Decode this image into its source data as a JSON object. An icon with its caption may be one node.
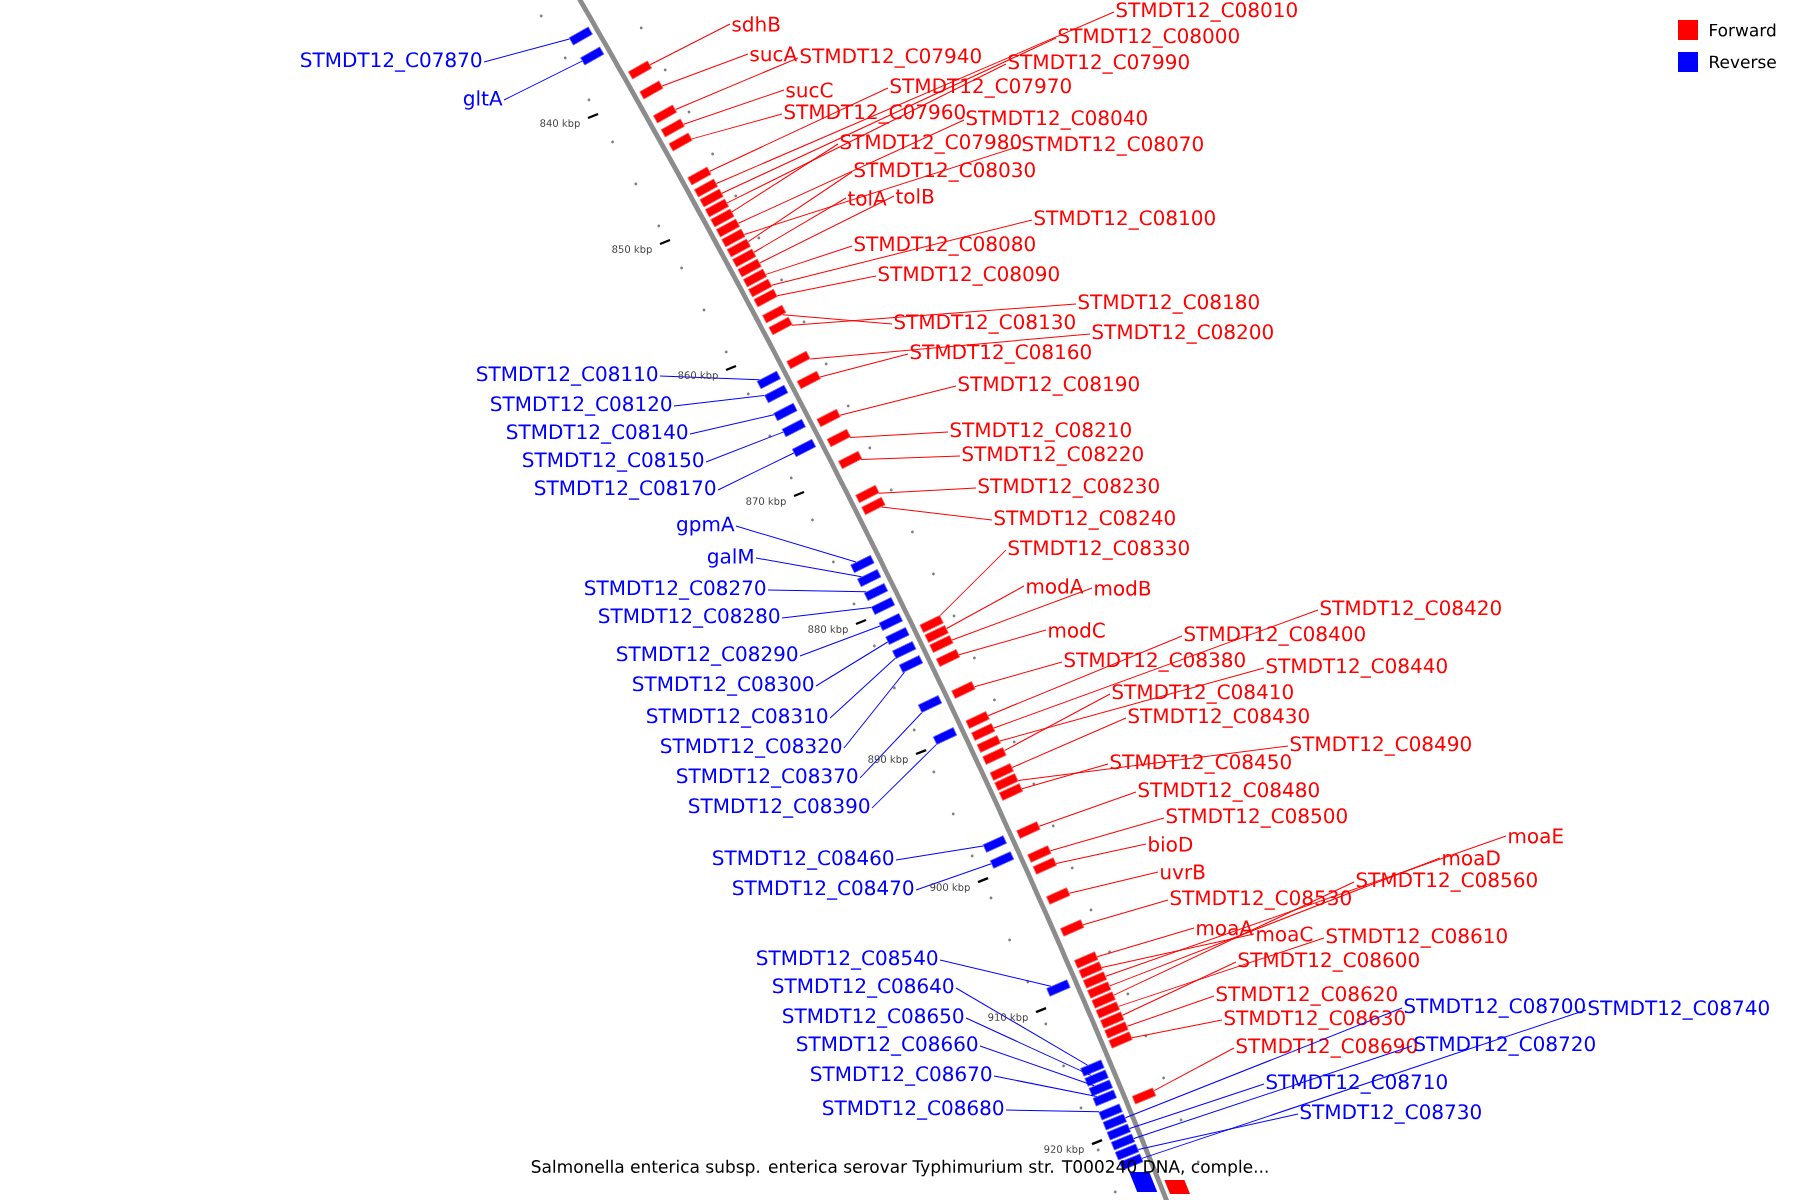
{
  "diagram": {
    "caption": "Salmonella enterica subsp. enterica serovar Typhimurium str. T000240 DNA, comple...",
    "nodes": [
      {
        "text": [
          "STMDT12_C07870"
        ]
      },
      {
        "text": [
          "gltA"
        ]
      },
      {
        "text": [
          "STMDT12_C08110"
        ]
      },
      {
        "text": [
          "STMDT12_C08120"
        ]
      },
      {
        "text": [
          "STMDT12_C08140"
        ]
      },
      {
        "text": [
          "STMDT12_C08150"
        ]
      },
      {
        "text": [
          "STMDT12_C08170"
        ]
      },
      {
        "text": [
          "gpmA"
        ]
      },
      {
        "text": [
          "galM"
        ]
      },
      {
        "text": [
          "STMDT12_C08270"
        ]
      },
      {
        "text": [
          "STMDT12_C08280"
        ]
      },
      {
        "text": [
          "STMDT12_C08290"
        ]
      },
      {
        "text": [
          "STMDT12_C08300"
        ]
      },
      {
        "text": [
          "STMDT12_C08310"
        ]
      },
      {
        "text": [
          "STMDT12_C08320"
        ]
      },
      {
        "text": [
          "STMDT12_C08370"
        ]
      },
      {
        "text": [
          "STMDT12_C08390"
        ]
      },
      {
        "text": [
          "STMDT12_C08460"
        ]
      },
      {
        "text": [
          "STMDT12_C08470"
        ]
      },
      {
        "text": [
          "STMDT12_C08540"
        ]
      },
      {
        "text": [
          "STMDT12_C08640"
        ]
      },
      {
        "text": [
          "STMDT12_C08650"
        ]
      },
      {
        "text": [
          "STMDT12_C08660"
        ]
      },
      {
        "text": [
          "STMDT12_C08670"
        ]
      },
      {
        "text": [
          "STMDT12_C08680"
        ]
      },
      {
        "text": [
          "sdhB"
        ]
      },
      {
        "text": [
          "sucA"
        ]
      },
      {
        "text": [
          "STMDT12_C07940"
        ]
      },
      {
        "text": [
          "sucC"
        ]
      },
      {
        "text": [
          "STMDT12_C07960"
        ]
      },
      {
        "text": [
          "STMDT12_C07970"
        ]
      },
      {
        "text": [
          "STMDT12_C07980"
        ]
      },
      {
        "text": [
          "STMDT12_C08040"
        ]
      },
      {
        "text": [
          "STMDT12_C08070"
        ]
      },
      {
        "text": [
          "STMDT12_C08030"
        ]
      },
      {
        "text": [
          "tolA"
        ]
      },
      {
        "text": [
          "tolB"
        ]
      },
      {
        "text": [
          "STMDT12_C07990"
        ]
      },
      {
        "text": [
          "STMDT12_C08000"
        ]
      },
      {
        "text": [
          "STMDT12_C08010"
        ]
      },
      {
        "text": [
          "STMDT12_C08080"
        ]
      },
      {
        "text": [
          "STMDT12_C08090"
        ]
      },
      {
        "text": [
          "STMDT12_C08100"
        ]
      },
      {
        "text": [
          "STMDT12_C08130"
        ]
      },
      {
        "text": [
          "STMDT12_C08180"
        ]
      },
      {
        "text": [
          "STMDT12_C08200"
        ]
      },
      {
        "text": [
          "STMDT12_C08160"
        ]
      },
      {
        "text": [
          "STMDT12_C08190"
        ]
      },
      {
        "text": [
          "STMDT12_C08210"
        ]
      },
      {
        "text": [
          "STMDT12_C08220"
        ]
      },
      {
        "text": [
          "STMDT12_C08230"
        ]
      },
      {
        "text": [
          "STMDT12_C08240"
        ]
      },
      {
        "text": [
          "STMDT12_C08330"
        ]
      },
      {
        "text": [
          "modA"
        ]
      },
      {
        "text": [
          "modB"
        ]
      },
      {
        "text": [
          "modC"
        ]
      },
      {
        "text": [
          "STMDT12_C08380"
        ]
      },
      {
        "text": [
          "STMDT12_C08400"
        ]
      },
      {
        "text": [
          "STMDT12_C08420"
        ]
      },
      {
        "text": [
          "STMDT12_C08440"
        ]
      },
      {
        "text": [
          "STMDT12_C08410"
        ]
      },
      {
        "text": [
          "STMDT12_C08430"
        ]
      },
      {
        "text": [
          "STMDT12_C08490"
        ]
      },
      {
        "text": [
          "STMDT12_C08450"
        ]
      },
      {
        "text": [
          "STMDT12_C08480"
        ]
      },
      {
        "text": [
          "STMDT12_C08500"
        ]
      },
      {
        "text": [
          "bioD"
        ]
      },
      {
        "text": [
          "uvrB"
        ]
      },
      {
        "text": [
          "STMDT12_C08530"
        ]
      },
      {
        "text": [
          "moaA"
        ]
      },
      {
        "text": [
          "moaC"
        ]
      },
      {
        "text": [
          "moaE"
        ]
      },
      {
        "text": [
          "moaD"
        ]
      },
      {
        "text": [
          "STMDT12_C08560"
        ]
      },
      {
        "text": [
          "STMDT12_C08610"
        ]
      },
      {
        "text": [
          "STMDT12_C08600"
        ]
      },
      {
        "text": [
          "STMDT12_C08620"
        ]
      },
      {
        "text": [
          "STMDT12_C08630"
        ]
      },
      {
        "text": [
          "STMDT12_C08690"
        ]
      },
      {
        "text": [
          "STMDT12_C08700"
        ]
      },
      {
        "text": [
          "STMDT12_C08740"
        ]
      },
      {
        "text": [
          "STMDT12_C08720"
        ]
      },
      {
        "text": [
          "STMDT12_C08710"
        ]
      },
      {
        "text": [
          "STMDT12_C08730"
        ]
      },
      {
        "text": [],
        "shape": "box"
      },
      {
        "text": [],
        "shape": "box"
      },
      {
        "text": [],
        "shape": "box"
      },
      {
        "text": [],
        "shape": "box"
      },
      {
        "text": [],
        "shape": "box"
      },
      {
        "text": [],
        "shape": "box"
      },
      {
        "text": [],
        "shape": "box"
      },
      {
        "text": [],
        "shape": "box"
      },
      {
        "text": [],
        "shape": "box"
      },
      {
        "text": [],
        "shape": "box"
      },
      {
        "text": [],
        "shape": "box"
      },
      {
        "text": [],
        "shape": "box"
      },
      {
        "text": [],
        "shape": "box"
      },
      {
        "text": [],
        "shape": "box"
      },
      {
        "text": [],
        "shape": "box"
      },
      {
        "text": [],
        "shape": "box"
      },
      {
        "text": [],
        "shape": "box"
      },
      {
        "text": [],
        "shape": "box"
      },
      {
        "text": [],
        "shape": "box"
      },
      {
        "text": [],
        "shape": "box"
      },
      {
        "text": [],
        "shape": "box"
      },
      {
        "text": [],
        "shape": "box"
      },
      {
        "text": [],
        "shape": "box"
      },
      {
        "text": [],
        "shape": "box"
      },
      {
        "text": [],
        "shape": "box"
      },
      {
        "text": [],
        "shape": "box"
      },
      {
        "text": [],
        "shape": "box"
      },
      {
        "text": [],
        "shape": "box"
      },
      {
        "text": [],
        "shape": "box"
      },
      {
        "text": [],
        "shape": "box"
      },
      {
        "text": [],
        "shape": "box"
      },
      {
        "text": [],
        "shape": "box"
      },
      {
        "text": [],
        "shape": "box"
      },
      {
        "text": [],
        "shape": "box"
      },
      {
        "text": [],
        "shape": "box"
      },
      {
        "text": [],
        "shape": "box"
      },
      {
        "text": [],
        "shape": "box"
      },
      {
        "text": [],
        "shape": "box"
      },
      {
        "text": [],
        "shape": "box"
      },
      {
        "text": [],
        "shape": "box"
      },
      {
        "text": [],
        "shape": "box"
      },
      {
        "text": [],
        "shape": "box"
      },
      {
        "text": [],
        "shape": "box"
      },
      {
        "text": [],
        "shape": "box"
      },
      {
        "text": [],
        "shape": "box"
      },
      {
        "text": [],
        "shape": "box"
      },
      {
        "text": [],
        "shape": "box"
      },
      {
        "text": [],
        "shape": "box"
      },
      {
        "text": [],
        "shape": "box"
      },
      {
        "text": [],
        "shape": "box"
      },
      {
        "text": [],
        "shape": "box"
      },
      {
        "text": [],
        "shape": "box"
      },
      {
        "text": [],
        "shape": "box"
      },
      {
        "text": [],
        "shape": "box"
      },
      {
        "text": [],
        "shape": "box"
      },
      {
        "text": [],
        "shape": "box"
      },
      {
        "text": [],
        "shape": "box"
      },
      {
        "text": [],
        "shape": "box"
      },
      {
        "text": [],
        "shape": "box"
      },
      {
        "text": [],
        "shape": "box"
      },
      {
        "text": [],
        "shape": "box"
      },
      {
        "text": [],
        "shape": "box"
      },
      {
        "text": [],
        "shape": "box"
      },
      {
        "text": [],
        "shape": "box"
      },
      {
        "text": [],
        "shape": "box"
      },
      {
        "text": [],
        "shape": "box"
      },
      {
        "text": [],
        "shape": "box"
      },
      {
        "text": [],
        "shape": "box"
      },
      {
        "text": [],
        "shape": "box"
      },
      {
        "text": [],
        "shape": "box"
      },
      {
        "text": [],
        "shape": "box"
      },
      {
        "text": [],
        "shape": "box"
      },
      {
        "text": [],
        "shape": "box"
      },
      {
        "text": [],
        "shape": "box"
      },
      {
        "text": [],
        "shape": "box"
      },
      {
        "text": [],
        "shape": "box"
      },
      {
        "text": [],
        "shape": "box"
      },
      {
        "text": [],
        "shape": "box"
      },
      {
        "text": [],
        "shape": "box"
      },
      {
        "text": [],
        "shape": "box"
      },
      {
        "text": [],
        "shape": "box"
      },
      {
        "text": [],
        "shape": "box"
      },
      {
        "text": [],
        "shape": "box"
      },
      {
        "text": [],
        "shape": "box"
      }
    ],
    "edges": [
      {
        "from": 0,
        "to": 84,
        "arrow": "none",
        "color": "#0000ff"
      },
      {
        "from": 1,
        "to": 85,
        "arrow": "none",
        "color": "#0000ff"
      },
      {
        "from": 2,
        "to": 107,
        "arrow": "none",
        "color": "#0000ff"
      },
      {
        "from": 3,
        "to": 109,
        "arrow": "none",
        "color": "#0000ff"
      },
      {
        "from": 4,
        "to": 110,
        "arrow": "none",
        "color": "#0000ff"
      },
      {
        "from": 5,
        "to": 112,
        "arrow": "none",
        "color": "#0000ff"
      },
      {
        "from": 6,
        "to": 114,
        "arrow": "none",
        "color": "#0000ff"
      },
      {
        "from": 7,
        "to": 118,
        "arrow": "none",
        "color": "#0000ff"
      },
      {
        "from": 8,
        "to": 119,
        "arrow": "none",
        "color": "#0000ff"
      },
      {
        "from": 9,
        "to": 120,
        "arrow": "none",
        "color": "#0000ff"
      },
      {
        "from": 10,
        "to": 121,
        "arrow": "none",
        "color": "#0000ff"
      },
      {
        "from": 11,
        "to": 122,
        "arrow": "none",
        "color": "#0000ff"
      },
      {
        "from": 12,
        "to": 125,
        "arrow": "none",
        "color": "#0000ff"
      },
      {
        "from": 13,
        "to": 127,
        "arrow": "none",
        "color": "#0000ff"
      },
      {
        "from": 14,
        "to": 129,
        "arrow": "none",
        "color": "#0000ff"
      },
      {
        "from": 15,
        "to": 131,
        "arrow": "none",
        "color": "#0000ff"
      },
      {
        "from": 16,
        "to": 134,
        "arrow": "none",
        "color": "#0000ff"
      },
      {
        "from": 17,
        "to": 141,
        "arrow": "none",
        "color": "#0000ff"
      },
      {
        "from": 18,
        "to": 143,
        "arrow": "none",
        "color": "#0000ff"
      },
      {
        "from": 19,
        "to": 150,
        "arrow": "none",
        "color": "#0000ff"
      },
      {
        "from": 20,
        "to": 157,
        "arrow": "none",
        "color": "#0000ff"
      },
      {
        "from": 21,
        "to": 158,
        "arrow": "none",
        "color": "#0000ff"
      },
      {
        "from": 22,
        "to": 159,
        "arrow": "none",
        "color": "#0000ff"
      },
      {
        "from": 23,
        "to": 161,
        "arrow": "none",
        "color": "#0000ff"
      },
      {
        "from": 24,
        "to": 162,
        "arrow": "none",
        "color": "#0000ff"
      },
      {
        "from": 25,
        "to": 86,
        "arrow": "none"
      },
      {
        "from": 26,
        "to": 87,
        "arrow": "none"
      },
      {
        "from": 27,
        "to": 88,
        "arrow": "none"
      },
      {
        "from": 28,
        "to": 89,
        "arrow": "none"
      },
      {
        "from": 29,
        "to": 90,
        "arrow": "none"
      },
      {
        "from": 30,
        "to": 91,
        "arrow": "none"
      },
      {
        "from": 31,
        "to": 95,
        "arrow": "none"
      },
      {
        "from": 32,
        "to": 96,
        "arrow": "none"
      },
      {
        "from": 33,
        "to": 97,
        "arrow": "none"
      },
      {
        "from": 34,
        "to": 98,
        "arrow": "none"
      },
      {
        "from": 35,
        "to": 99,
        "arrow": "none"
      },
      {
        "from": 36,
        "to": 100,
        "arrow": "none"
      },
      {
        "from": 37,
        "to": 94,
        "arrow": "none"
      },
      {
        "from": 38,
        "to": 93,
        "arrow": "none"
      },
      {
        "from": 39,
        "to": 92,
        "arrow": "none"
      },
      {
        "from": 40,
        "to": 101,
        "arrow": "none"
      },
      {
        "from": 41,
        "to": 103,
        "arrow": "none"
      },
      {
        "from": 42,
        "to": 102,
        "arrow": "none"
      },
      {
        "from": 43,
        "to": 104,
        "arrow": "none"
      },
      {
        "from": 44,
        "to": 105,
        "arrow": "none"
      },
      {
        "from": 45,
        "to": 106,
        "arrow": "none"
      },
      {
        "from": 46,
        "to": 108,
        "arrow": "none"
      },
      {
        "from": 47,
        "to": 111,
        "arrow": "none"
      },
      {
        "from": 48,
        "to": 113,
        "arrow": "none"
      },
      {
        "from": 49,
        "to": 115,
        "arrow": "none"
      },
      {
        "from": 50,
        "to": 116,
        "arrow": "none"
      },
      {
        "from": 51,
        "to": 117,
        "arrow": "none"
      },
      {
        "from": 52,
        "to": 123,
        "arrow": "none"
      },
      {
        "from": 53,
        "to": 124,
        "arrow": "none"
      },
      {
        "from": 54,
        "to": 126,
        "arrow": "none"
      },
      {
        "from": 55,
        "to": 128,
        "arrow": "none"
      },
      {
        "from": 56,
        "to": 130,
        "arrow": "none"
      },
      {
        "from": 57,
        "to": 132,
        "arrow": "none"
      },
      {
        "from": 58,
        "to": 133,
        "arrow": "none"
      },
      {
        "from": 59,
        "to": 135,
        "arrow": "none"
      },
      {
        "from": 60,
        "to": 136,
        "arrow": "none"
      },
      {
        "from": 61,
        "to": 137,
        "arrow": "none"
      },
      {
        "from": 62,
        "to": 138,
        "arrow": "none"
      },
      {
        "from": 63,
        "to": 139,
        "arrow": "none"
      },
      {
        "from": 64,
        "to": 140,
        "arrow": "none"
      },
      {
        "from": 65,
        "to": 142,
        "arrow": "none"
      },
      {
        "from": 66,
        "to": 144,
        "arrow": "none"
      },
      {
        "from": 67,
        "to": 145,
        "arrow": "none"
      },
      {
        "from": 68,
        "to": 146,
        "arrow": "none"
      },
      {
        "from": 69,
        "to": 147,
        "arrow": "none"
      },
      {
        "from": 70,
        "to": 148,
        "arrow": "none"
      },
      {
        "from": 71,
        "to": 149,
        "arrow": "none"
      },
      {
        "from": 72,
        "to": 151,
        "arrow": "none"
      },
      {
        "from": 73,
        "to": 152,
        "arrow": "none"
      },
      {
        "from": 74,
        "to": 153,
        "arrow": "none"
      },
      {
        "from": 75,
        "to": 154,
        "arrow": "none"
      },
      {
        "from": 76,
        "to": 155,
        "arrow": "none"
      },
      {
        "from": 77,
        "to": 156,
        "arrow": "none"
      },
      {
        "from": 78,
        "to": 160,
        "arrow": "none"
      },
      {
        "from": 79,
        "to": 163,
        "arrow": "none",
        "color": "#0000ff"
      },
      {
        "from": 80,
        "to": 167,
        "arrow": "none",
        "color": "#0000ff"
      },
      {
        "from": 81,
        "to": 165,
        "arrow": "none",
        "color": "#0000ff"
      },
      {
        "from": 82,
        "to": 164,
        "arrow": "none",
        "color": "#0000ff"
      },
      {
        "from": 83,
        "to": 166,
        "arrow": "none",
        "color": "#0000ff"
      }
    ],
    "labels": [
      "840 kbp",
      "850 kbp",
      "860 kbp",
      "870 kbp",
      "880 kbp",
      "890 kbp",
      "900 kbp",
      "910 kbp",
      "920 kbp"
    ],
    "legend": [
      {
        "text": "Forward",
        "color": "#ff0000"
      },
      {
        "text": "Reverse",
        "color": "#0000ff"
      }
    ]
  }
}
